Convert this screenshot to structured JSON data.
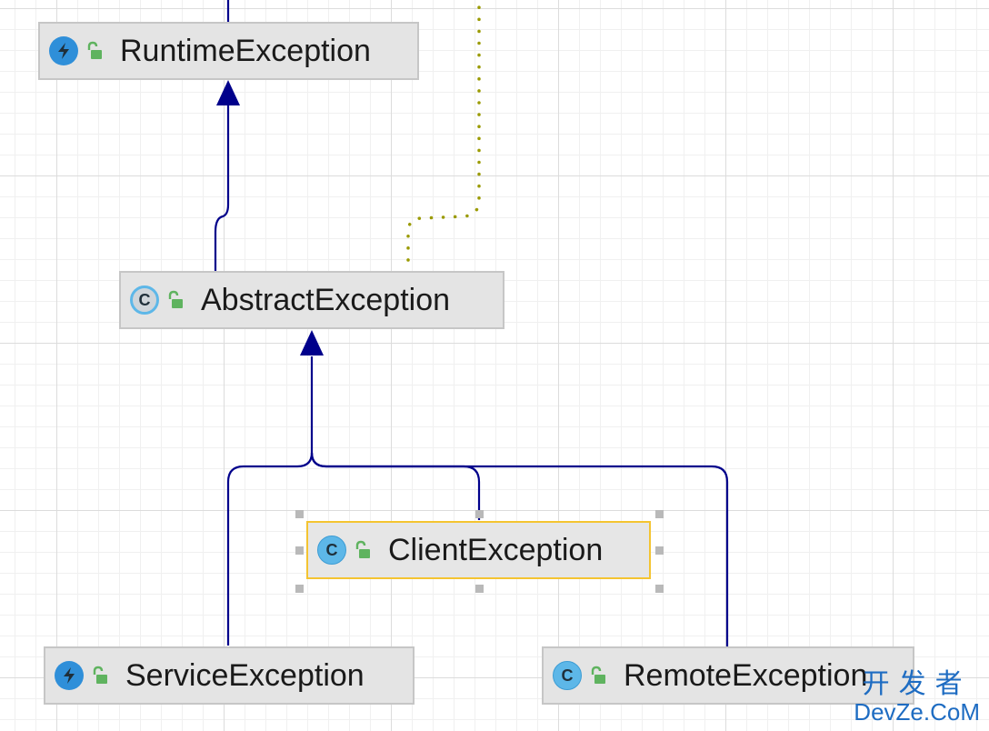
{
  "nodes": {
    "runtime": {
      "label": "RuntimeException",
      "kind": "exception",
      "icon": "lightning-icon"
    },
    "abstract": {
      "label": "AbstractException",
      "kind": "abstract-class",
      "icon": "abstract-class-icon",
      "glyph": "C"
    },
    "client": {
      "label": "ClientException",
      "kind": "class",
      "icon": "class-icon",
      "glyph": "C",
      "selected": true
    },
    "service": {
      "label": "ServiceException",
      "kind": "exception",
      "icon": "lightning-icon"
    },
    "remote": {
      "label": "RemoteException",
      "kind": "class",
      "icon": "class-icon",
      "glyph": "C"
    }
  },
  "edges": [
    {
      "from": "abstract",
      "to": "runtime",
      "type": "extends"
    },
    {
      "from": "service",
      "to": "abstract",
      "type": "extends"
    },
    {
      "from": "client",
      "to": "abstract",
      "type": "extends"
    },
    {
      "from": "remote",
      "to": "abstract",
      "type": "extends"
    },
    {
      "from": "abstract",
      "to": "offscreen",
      "type": "implements"
    }
  ],
  "colors": {
    "extends_edge": "#00008b",
    "implements_edge": "#9a9a00",
    "lock": "#5fb35f",
    "selection": "#f4c431"
  },
  "watermark": {
    "cn": "开发者",
    "en": "DevZe.CoM"
  }
}
